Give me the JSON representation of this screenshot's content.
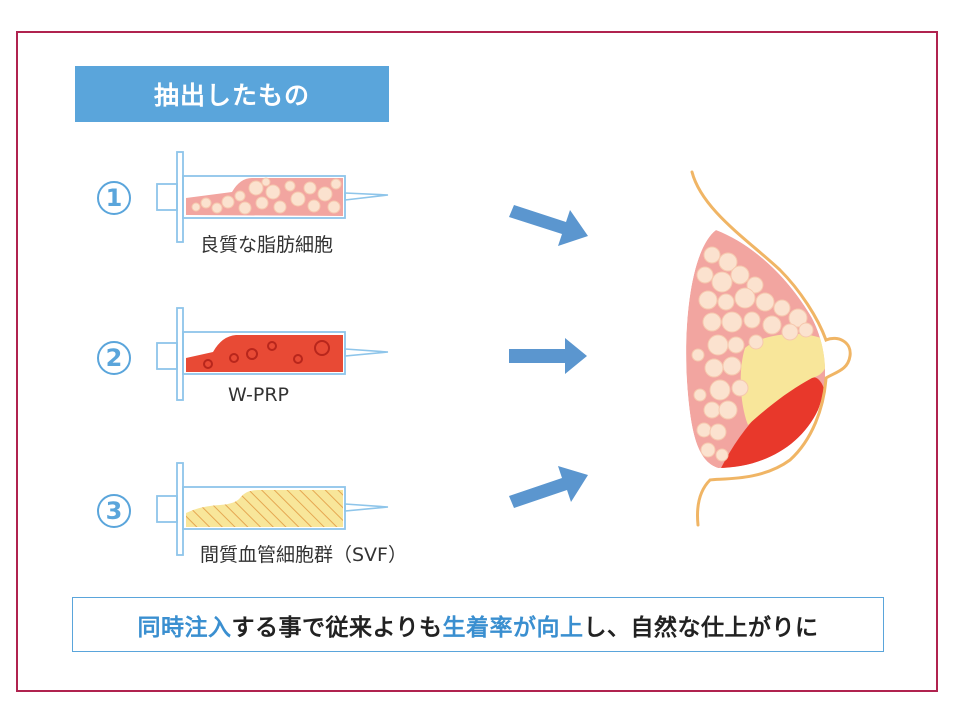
{
  "title": "抽出したもの",
  "items": [
    {
      "number": "1",
      "label": "良質な脂肪細胞"
    },
    {
      "number": "2",
      "label": "W-PRP"
    },
    {
      "number": "3",
      "label": "間質血管細胞群（SVF）"
    }
  ],
  "caption": {
    "part1": "同時注入",
    "part2": "する事で従来よりも",
    "part3": "生着率が向上",
    "part4": "し、自然な仕上がりに"
  },
  "colors": {
    "frame": "#b0234f",
    "accent_blue": "#5aa5db",
    "fat_pink": "#f2a5a0",
    "prp_red": "#e84a35",
    "svf_yellow": "#f8e69a",
    "outline_orange": "#f0b565"
  }
}
